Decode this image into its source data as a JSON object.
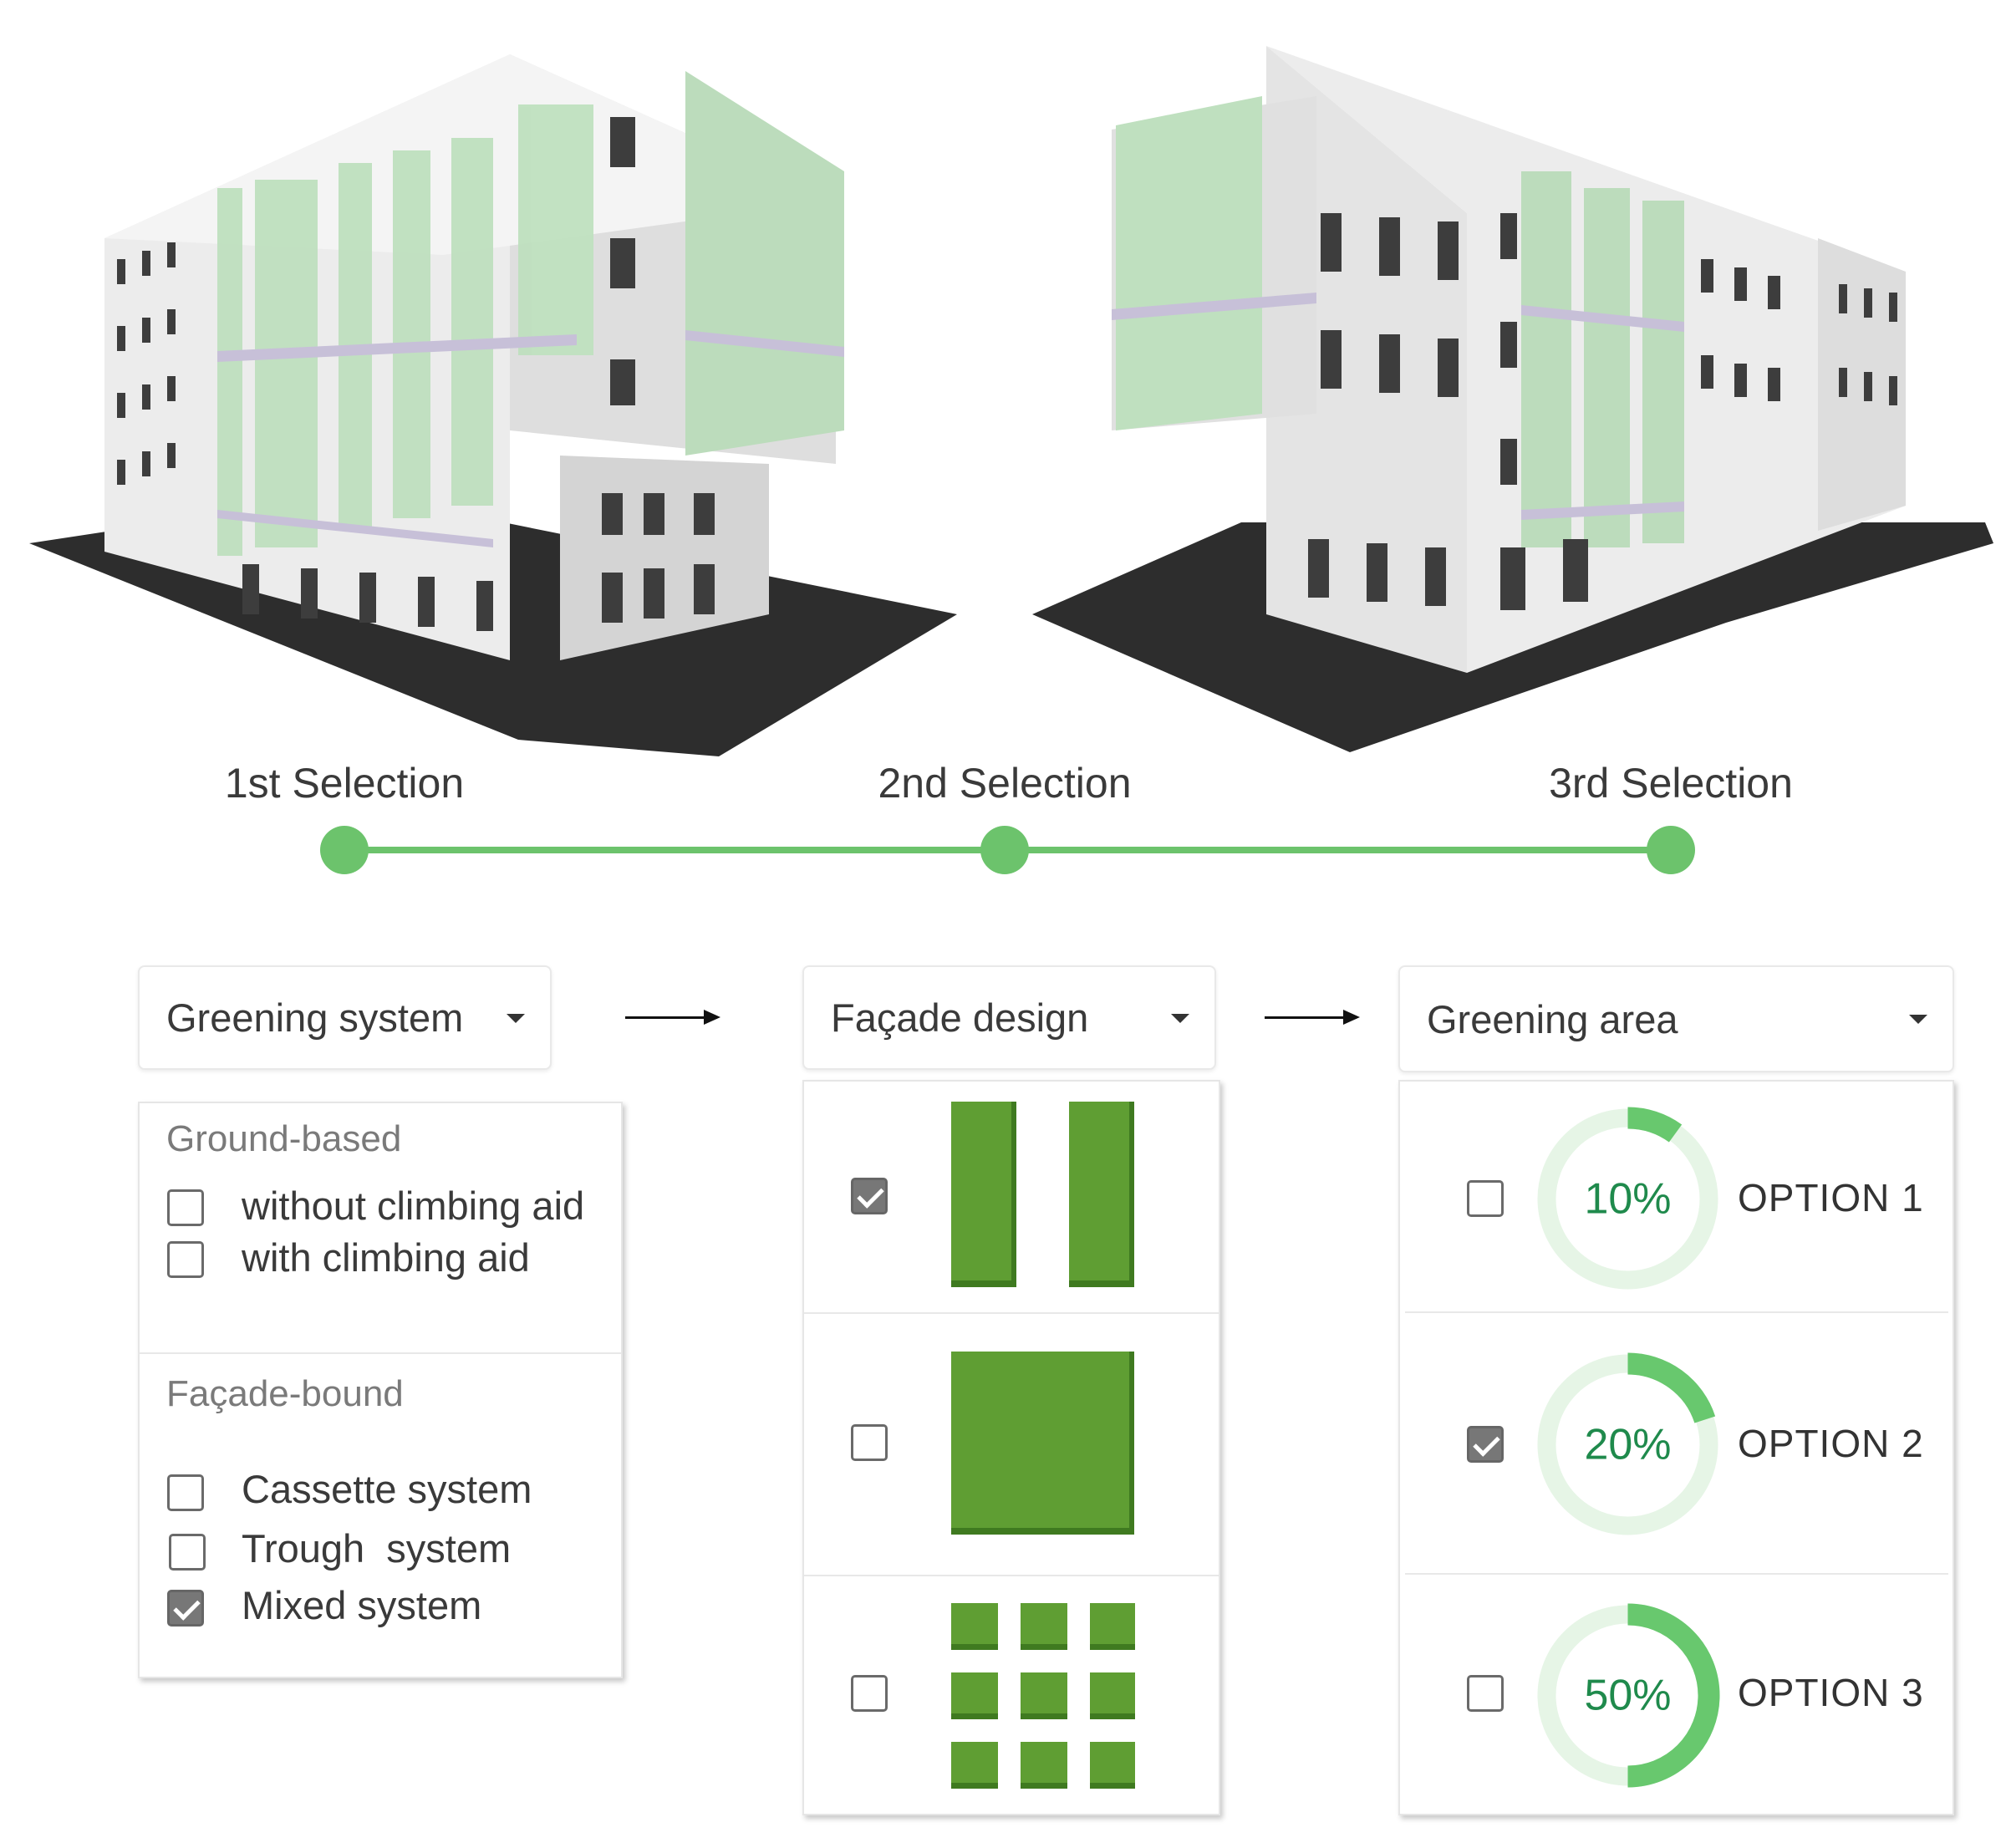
{
  "timeline": {
    "steps": [
      {
        "label": "1st Selection"
      },
      {
        "label": "2nd Selection"
      },
      {
        "label": "3rd Selection"
      }
    ],
    "color": "#6cc36c"
  },
  "greening_system": {
    "dropdown_label": "Greening system",
    "groups": [
      {
        "title": "Ground-based",
        "items": [
          {
            "label": "without climbing aid",
            "checked": false
          },
          {
            "label": "with climbing aid",
            "checked": false
          }
        ]
      },
      {
        "title": "Façade-bound",
        "items": [
          {
            "label": "Cassette system",
            "checked": false
          },
          {
            "label": "Trough  system",
            "checked": false
          },
          {
            "label": "Mixed system",
            "checked": true
          }
        ]
      }
    ]
  },
  "facade_design": {
    "dropdown_label": "Façade design",
    "options": [
      {
        "pattern": "two-vertical-strips",
        "checked": true
      },
      {
        "pattern": "full-square",
        "checked": false
      },
      {
        "pattern": "grid-3x3",
        "checked": false
      }
    ],
    "swatch_color": "#5f9e33"
  },
  "greening_area": {
    "dropdown_label": "Greening area",
    "options": [
      {
        "name": "OPTION 1",
        "percent_label": "10%",
        "fraction": 0.1,
        "checked": false
      },
      {
        "name": "OPTION 2",
        "percent_label": "20%",
        "fraction": 0.2,
        "checked": true
      },
      {
        "name": "OPTION 3",
        "percent_label": "50%",
        "fraction": 0.5,
        "checked": false
      }
    ],
    "ring_color": "#7ed67e",
    "ring_track_color": "#e6f5e6",
    "text_color": "#1f8a4c"
  }
}
